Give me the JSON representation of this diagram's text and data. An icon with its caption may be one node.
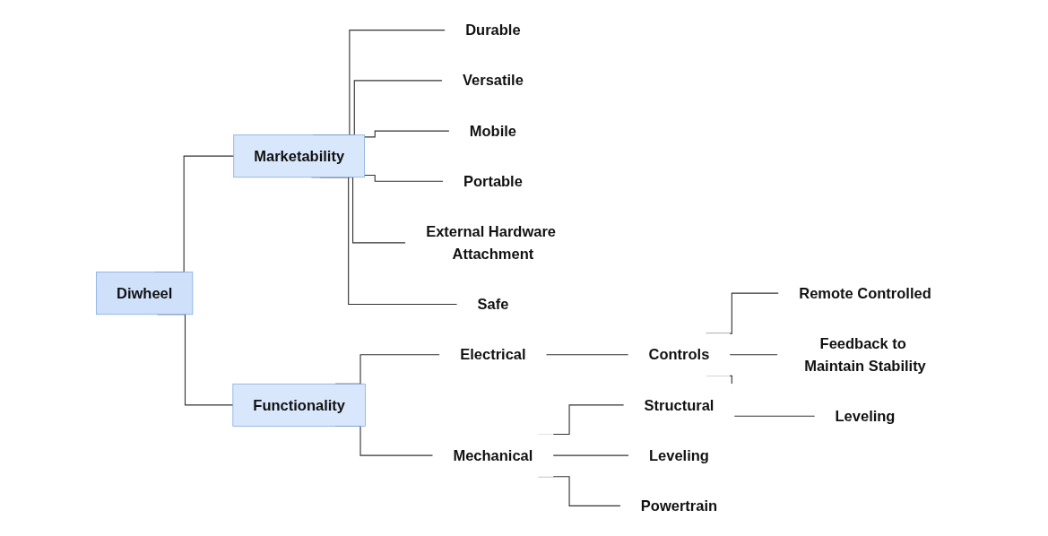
{
  "diagram": {
    "nodes": [
      {
        "text": [
          "Diwheel"
        ]
      },
      {
        "text": [
          "Marketability"
        ]
      },
      {
        "text": [
          "Durable"
        ]
      },
      {
        "text": [
          "Versatile"
        ]
      },
      {
        "text": [
          "Mobile"
        ]
      },
      {
        "text": [
          "Portable"
        ]
      },
      {
        "text": [
          "External Hardware Attachment"
        ]
      },
      {
        "text": [
          "Safe"
        ]
      },
      {
        "text": [
          "Functionality"
        ]
      },
      {
        "text": [
          "Electrical"
        ]
      },
      {
        "text": [
          "Controls"
        ]
      },
      {
        "text": [
          "Remote Controlled"
        ]
      },
      {
        "text": [
          "Feedback to Maintain Stability"
        ]
      },
      {
        "text": [
          "Leveling"
        ]
      },
      {
        "text": [
          "Mechanical"
        ]
      },
      {
        "text": [
          "Structural"
        ]
      },
      {
        "text": [
          "Leveling"
        ]
      },
      {
        "text": [
          "Powertrain"
        ]
      }
    ],
    "edges": [
      {
        "from": 0,
        "to": 1,
        "arrow": "none"
      },
      {
        "from": 1,
        "to": 2,
        "arrow": "none"
      },
      {
        "from": 1,
        "to": 3,
        "arrow": "none"
      },
      {
        "from": 1,
        "to": 4,
        "arrow": "none"
      },
      {
        "from": 1,
        "to": 5,
        "arrow": "none"
      },
      {
        "from": 1,
        "to": 6,
        "arrow": "none"
      },
      {
        "from": 1,
        "to": 7,
        "arrow": "none"
      },
      {
        "from": 0,
        "to": 8,
        "arrow": "none"
      },
      {
        "from": 8,
        "to": 9,
        "arrow": "none"
      },
      {
        "from": 9,
        "to": 10,
        "arrow": "none"
      },
      {
        "from": 10,
        "to": 11,
        "arrow": "none"
      },
      {
        "from": 10,
        "to": 12,
        "arrow": "none"
      },
      {
        "from": 10,
        "to": 13,
        "arrow": "none"
      },
      {
        "from": 8,
        "to": 14,
        "arrow": "none"
      },
      {
        "from": 14,
        "to": 15,
        "arrow": "none"
      },
      {
        "from": 14,
        "to": 16,
        "arrow": "none"
      },
      {
        "from": 14,
        "to": 17,
        "arrow": "none"
      }
    ]
  }
}
